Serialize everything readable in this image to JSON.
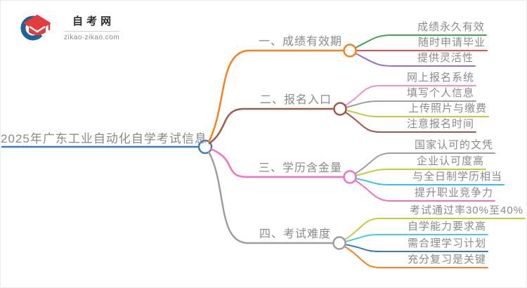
{
  "logo": {
    "site_name": "自考网",
    "site_url": "zikao-zikao.com"
  },
  "colors": {
    "root": "#3a7cbe",
    "logo_blue": "#1d6396",
    "logo_red": "#e23c3f",
    "text_gray": "#8a8a8a"
  },
  "mindmap": {
    "root": {
      "label": "2025年广东工业自动化自学考试信息"
    },
    "root_color": "#3a7cbe",
    "branches": [
      {
        "label": "一、成绩有效期",
        "color": "#f5821f",
        "children": [
          {
            "label": "成绩永久有效",
            "color": "#45a349"
          },
          {
            "label": "随时申请毕业",
            "color": "#e25553"
          },
          {
            "label": "提供灵活性",
            "color": "#9b6dc8"
          }
        ]
      },
      {
        "label": "二、报名入口",
        "color": "#9d5b4d",
        "children": [
          {
            "label": "网上报名系统",
            "color": "#f48fc7"
          },
          {
            "label": "填写个人信息",
            "color": "#9e9e9e"
          },
          {
            "label": "上传照片与缴费",
            "color": "#c3cc3a"
          },
          {
            "label": "注意报名时间",
            "color": "#a35549"
          }
        ]
      },
      {
        "label": "三、学历含金量",
        "color": "#f070c5",
        "children": [
          {
            "label": "国家认可的文凭",
            "color": "#9e9e9e"
          },
          {
            "label": "企业认可度高",
            "color": "#c3cc3a"
          },
          {
            "label": "与全日制学历相当",
            "color": "#35c3e0"
          },
          {
            "label": "提升职业竞争力",
            "color": "#f070c5"
          }
        ]
      },
      {
        "label": "四、考试难度",
        "color": "#9e9e9e",
        "children": [
          {
            "label": "考试通过率30%至40%",
            "color": "#c3cc3a"
          },
          {
            "label": "自学能力要求高",
            "color": "#4ec9e1"
          },
          {
            "label": "需合理学习计划",
            "color": "#3c78bc"
          },
          {
            "label": "充分复习是关键",
            "color": "#f5821f"
          }
        ]
      }
    ]
  }
}
